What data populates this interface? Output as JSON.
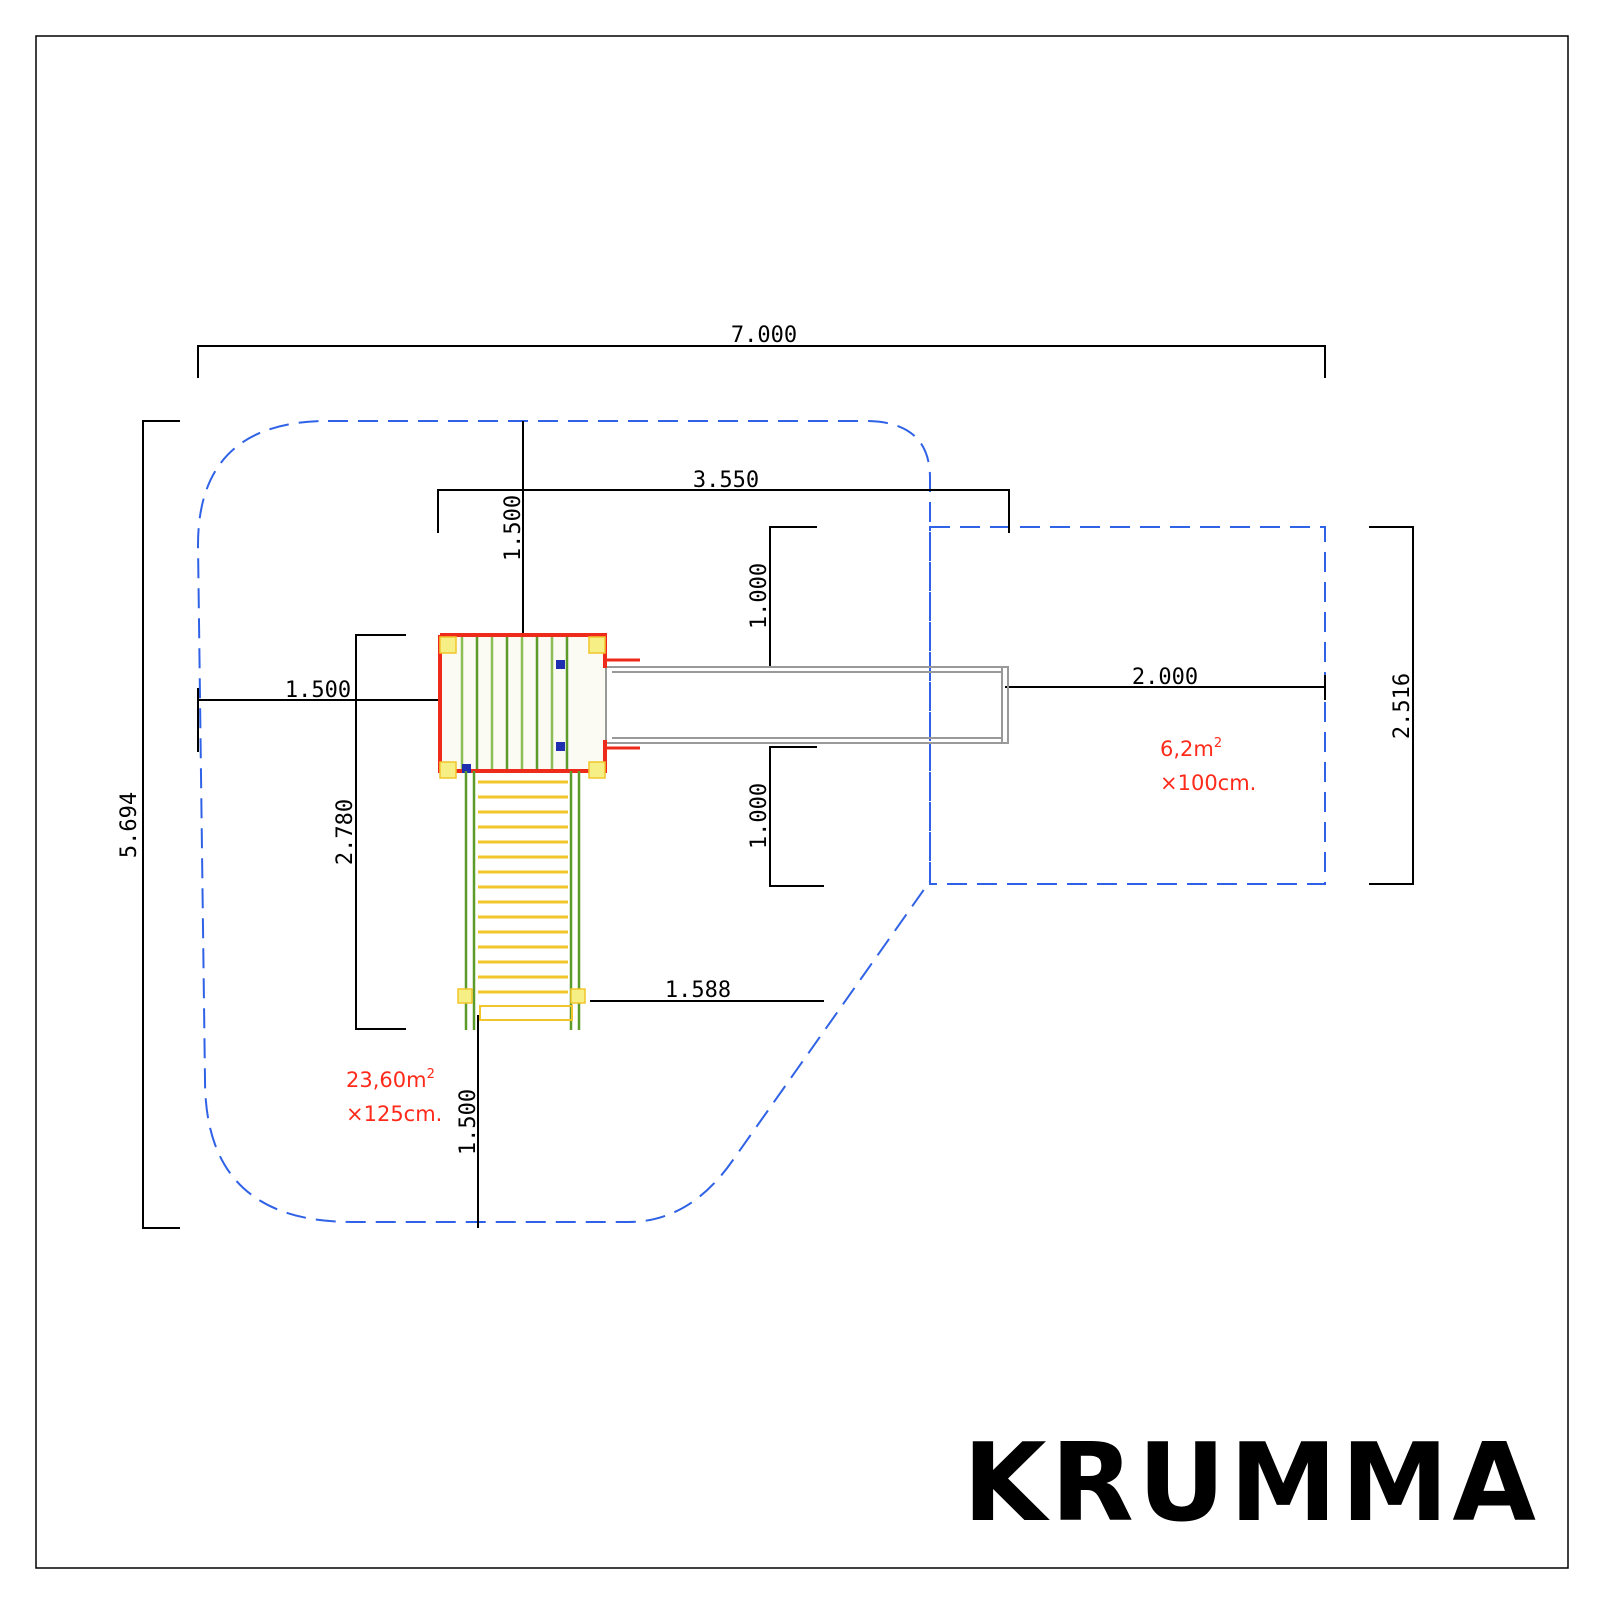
{
  "colors": {
    "ink": "#000000",
    "zone": "#2f62e6",
    "deck_rail": "#ee2a1a",
    "slats": "#5c9a2a",
    "ladder": "#f2c62a",
    "post": "#f6ef86",
    "bolt": "#1e2fb0",
    "slide": "#999999",
    "area_text": "#ff2a1a"
  },
  "dimensions": {
    "overall_width": "7.000",
    "tower_to_slide": "3.550",
    "overall_height": "5.694",
    "left_clearance": "1.500",
    "top_clearance": "1.500",
    "bottom_clearance": "1.500",
    "tower_depth": "2.780",
    "slide_upper_side": "1.000",
    "slide_lower_side": "1.000",
    "slide_runout": "2.000",
    "slide_zone_height": "2.516",
    "ladder_side": "1.588"
  },
  "areas": {
    "main_zone": {
      "area": "23,60m",
      "sup": "2",
      "height": "×125cm."
    },
    "slide_zone": {
      "area": "6,2m",
      "sup": "2",
      "height": "×100cm."
    }
  },
  "brand": {
    "name": "KRUMMA"
  }
}
